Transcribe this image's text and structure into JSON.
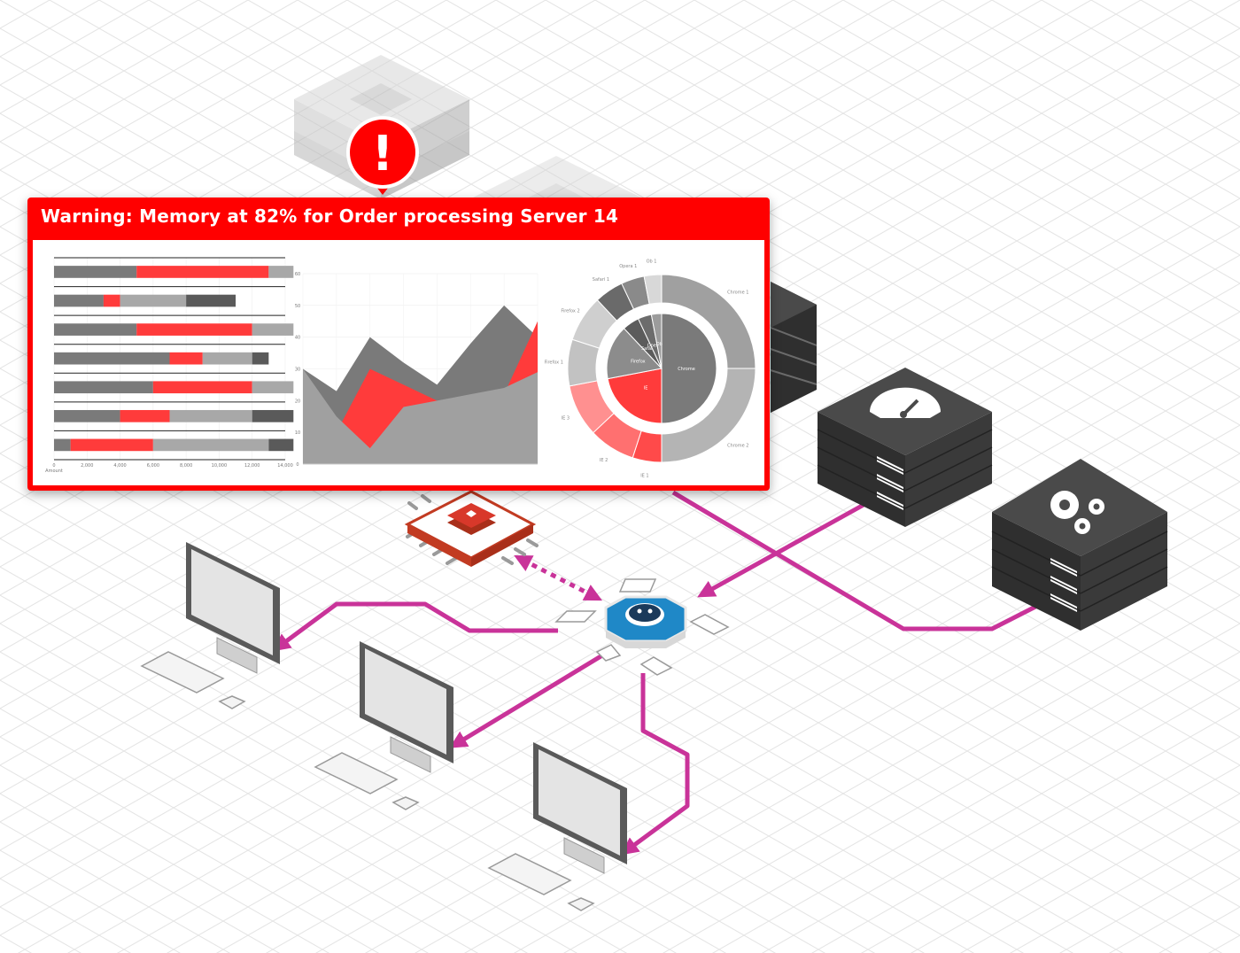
{
  "alert": {
    "title": "Warning: Memory at 82% for Order processing Server 14",
    "badge_symbol": "!"
  },
  "colors": {
    "alert_red": "#ff0000",
    "chart_red": "#ff3b3b",
    "chart_dark": "#7a7a7a",
    "chart_mid": "#9a9a9a",
    "chart_light": "#b8b8b8",
    "link_magenta": "#c93399",
    "server_top": "#4a4a4a",
    "server_side": "#2f2f2f"
  },
  "diagram": {
    "icons": {
      "database_faded": "database-stack-icon",
      "server_speedometer": "speedometer-icon",
      "server_gears": "gears-icon",
      "chip": "redis-chip-icon",
      "hub": "kraken-hub-icon",
      "workstation": "workstation-icon"
    }
  },
  "chart_data": [
    {
      "type": "bar",
      "orientation": "horizontal",
      "stacked": true,
      "xlabel": "Amount",
      "xlim": [
        0,
        14000
      ],
      "ticks": [
        "0",
        "2,000",
        "4,000",
        "6,000",
        "8,000",
        "10,000",
        "12,000",
        "14,000"
      ],
      "grid": true,
      "rows": [
        {
          "segments": [
            {
              "value": 5000,
              "color": "#7a7a7a"
            },
            {
              "value": 8000,
              "color": "#ff3b3b"
            },
            {
              "value": 1500,
              "color": "#a8a8a8"
            }
          ]
        },
        {
          "segments": [
            {
              "value": 3000,
              "color": "#7a7a7a"
            },
            {
              "value": 1000,
              "color": "#ff3b3b"
            },
            {
              "value": 4000,
              "color": "#a8a8a8"
            },
            {
              "value": 3000,
              "color": "#5a5a5a"
            }
          ]
        },
        {
          "segments": [
            {
              "value": 5000,
              "color": "#7a7a7a"
            },
            {
              "value": 7000,
              "color": "#ff3b3b"
            },
            {
              "value": 2500,
              "color": "#a8a8a8"
            }
          ]
        },
        {
          "segments": [
            {
              "value": 7000,
              "color": "#7a7a7a"
            },
            {
              "value": 2000,
              "color": "#ff3b3b"
            },
            {
              "value": 3000,
              "color": "#a8a8a8"
            },
            {
              "value": 1000,
              "color": "#5a5a5a"
            }
          ]
        },
        {
          "segments": [
            {
              "value": 6000,
              "color": "#7a7a7a"
            },
            {
              "value": 6000,
              "color": "#ff3b3b"
            },
            {
              "value": 2500,
              "color": "#a8a8a8"
            }
          ]
        },
        {
          "segments": [
            {
              "value": 4000,
              "color": "#7a7a7a"
            },
            {
              "value": 3000,
              "color": "#ff3b3b"
            },
            {
              "value": 5000,
              "color": "#a8a8a8"
            },
            {
              "value": 2500,
              "color": "#5a5a5a"
            }
          ]
        },
        {
          "segments": [
            {
              "value": 1000,
              "color": "#7a7a7a"
            },
            {
              "value": 5000,
              "color": "#ff3b3b"
            },
            {
              "value": 7000,
              "color": "#a8a8a8"
            },
            {
              "value": 1500,
              "color": "#5a5a5a"
            }
          ]
        }
      ]
    },
    {
      "type": "area",
      "ylim": [
        0,
        60
      ],
      "ticks": [
        "0",
        "10",
        "20",
        "30",
        "40",
        "50",
        "60"
      ],
      "x": [
        0,
        1,
        2,
        3,
        4,
        5,
        6,
        7
      ],
      "series": [
        {
          "color": "#7a7a7a",
          "values": [
            30,
            23,
            40,
            32,
            25,
            38,
            50,
            40
          ]
        },
        {
          "color": "#ff3b3b",
          "values": [
            20,
            10,
            30,
            25,
            20,
            21,
            22,
            45
          ]
        },
        {
          "color": "#a0a0a0",
          "values": [
            30,
            15,
            5,
            18,
            20,
            22,
            24,
            29
          ]
        }
      ]
    },
    {
      "type": "pie",
      "variant": "sunburst",
      "inner": [
        {
          "label": "Chrome",
          "value": 50,
          "color": "#7a7a7a"
        },
        {
          "label": "IE",
          "value": 22,
          "color": "#ff3b3b"
        },
        {
          "label": "Firefox",
          "value": 16,
          "color": "#8c8c8c"
        },
        {
          "label": "Safari",
          "value": 5,
          "color": "#5c5c5c"
        },
        {
          "label": "Opera",
          "value": 4,
          "color": "#6c6c6c"
        },
        {
          "label": "Ob",
          "value": 3,
          "color": "#9c9c9c"
        }
      ],
      "outer": [
        {
          "label": "Chrome 1",
          "value": 25,
          "color": "#a0a0a0"
        },
        {
          "label": "Chrome 2",
          "value": 25,
          "color": "#b4b4b4"
        },
        {
          "label": "IE 1",
          "value": 5,
          "color": "#ff4a4a"
        },
        {
          "label": "IE 2",
          "value": 8,
          "color": "#ff7070"
        },
        {
          "label": "IE 3",
          "value": 9,
          "color": "#ff9090"
        },
        {
          "label": "Firefox 1",
          "value": 8,
          "color": "#c2c2c2"
        },
        {
          "label": "Firefox 2",
          "value": 8,
          "color": "#cfcfcf"
        },
        {
          "label": "Safari 1",
          "value": 5,
          "color": "#6a6a6a"
        },
        {
          "label": "Opera 1",
          "value": 4,
          "color": "#8a8a8a"
        },
        {
          "label": "Ob 1",
          "value": 3,
          "color": "#d8d8d8"
        }
      ]
    }
  ]
}
